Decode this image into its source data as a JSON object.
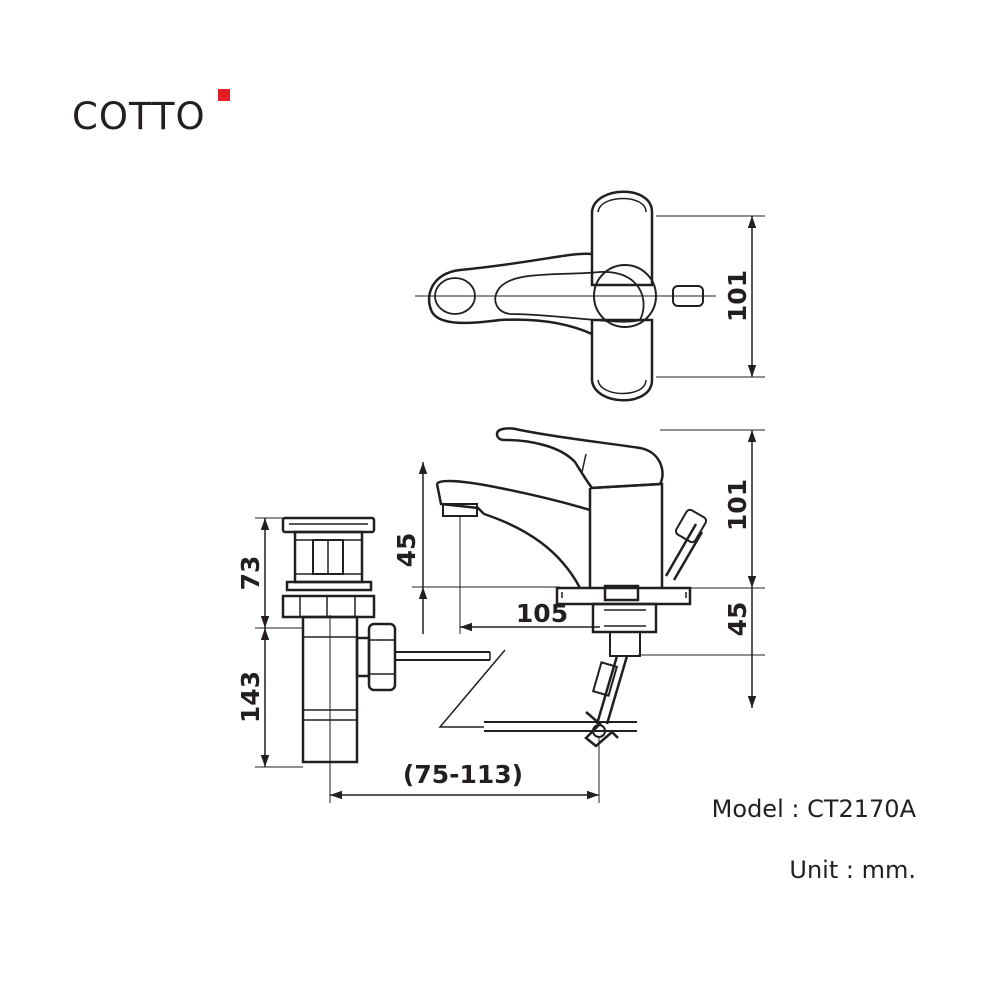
{
  "brand": {
    "name": "COTTO",
    "accent_color": "#e31e24"
  },
  "info": {
    "model": "Model : CT2170A",
    "unit": "Unit : mm."
  },
  "dimensions": {
    "top_view_width": "101",
    "side_height": "101",
    "spout_height": "45",
    "spout_reach": "105",
    "base_height": "45",
    "waste_top": "73",
    "waste_bottom": "143",
    "waste_range": "(75-113)"
  }
}
